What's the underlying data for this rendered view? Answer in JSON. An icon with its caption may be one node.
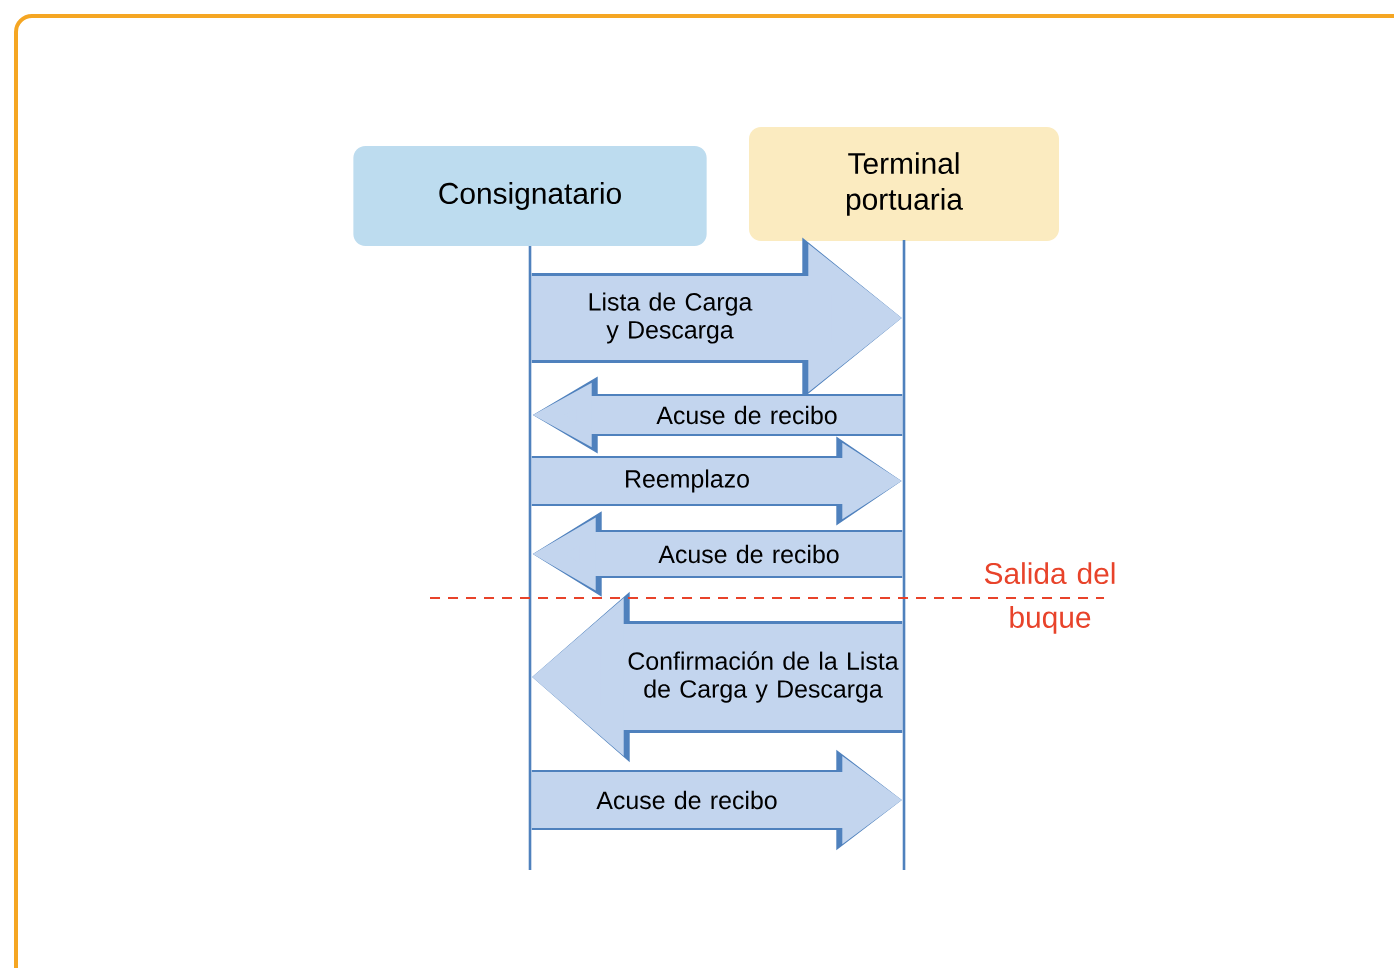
{
  "diagram": {
    "nodes": [
      {
        "text": [
          "Consignatario"
        ]
      },
      {
        "text": [
          "Terminal portuaria"
        ]
      },
      {
        "text": [],
        "shape": "line"
      },
      {
        "text": [],
        "shape": "line"
      }
    ],
    "edges": [
      {
        "from": 2,
        "to": 3,
        "arrow": "to",
        "label": "Lista de Carga y Descarga",
        "style": "thick"
      },
      {
        "from": 3,
        "to": 2,
        "arrow": "to",
        "label": "Acuse de recibo"
      },
      {
        "from": 2,
        "to": 3,
        "arrow": "to",
        "label": "Reemplazo"
      },
      {
        "from": 3,
        "to": 2,
        "arrow": "to",
        "label": "Acuse de recibo"
      },
      {
        "from": 3,
        "to": 2,
        "arrow": "to",
        "label": "Confirmación de la Lista de Carga y Descarga",
        "style": "thick"
      },
      {
        "from": 2,
        "to": 3,
        "arrow": "to",
        "label": "Acuse de recibo"
      }
    ],
    "labels": [
      "Salida del buque"
    ]
  }
}
